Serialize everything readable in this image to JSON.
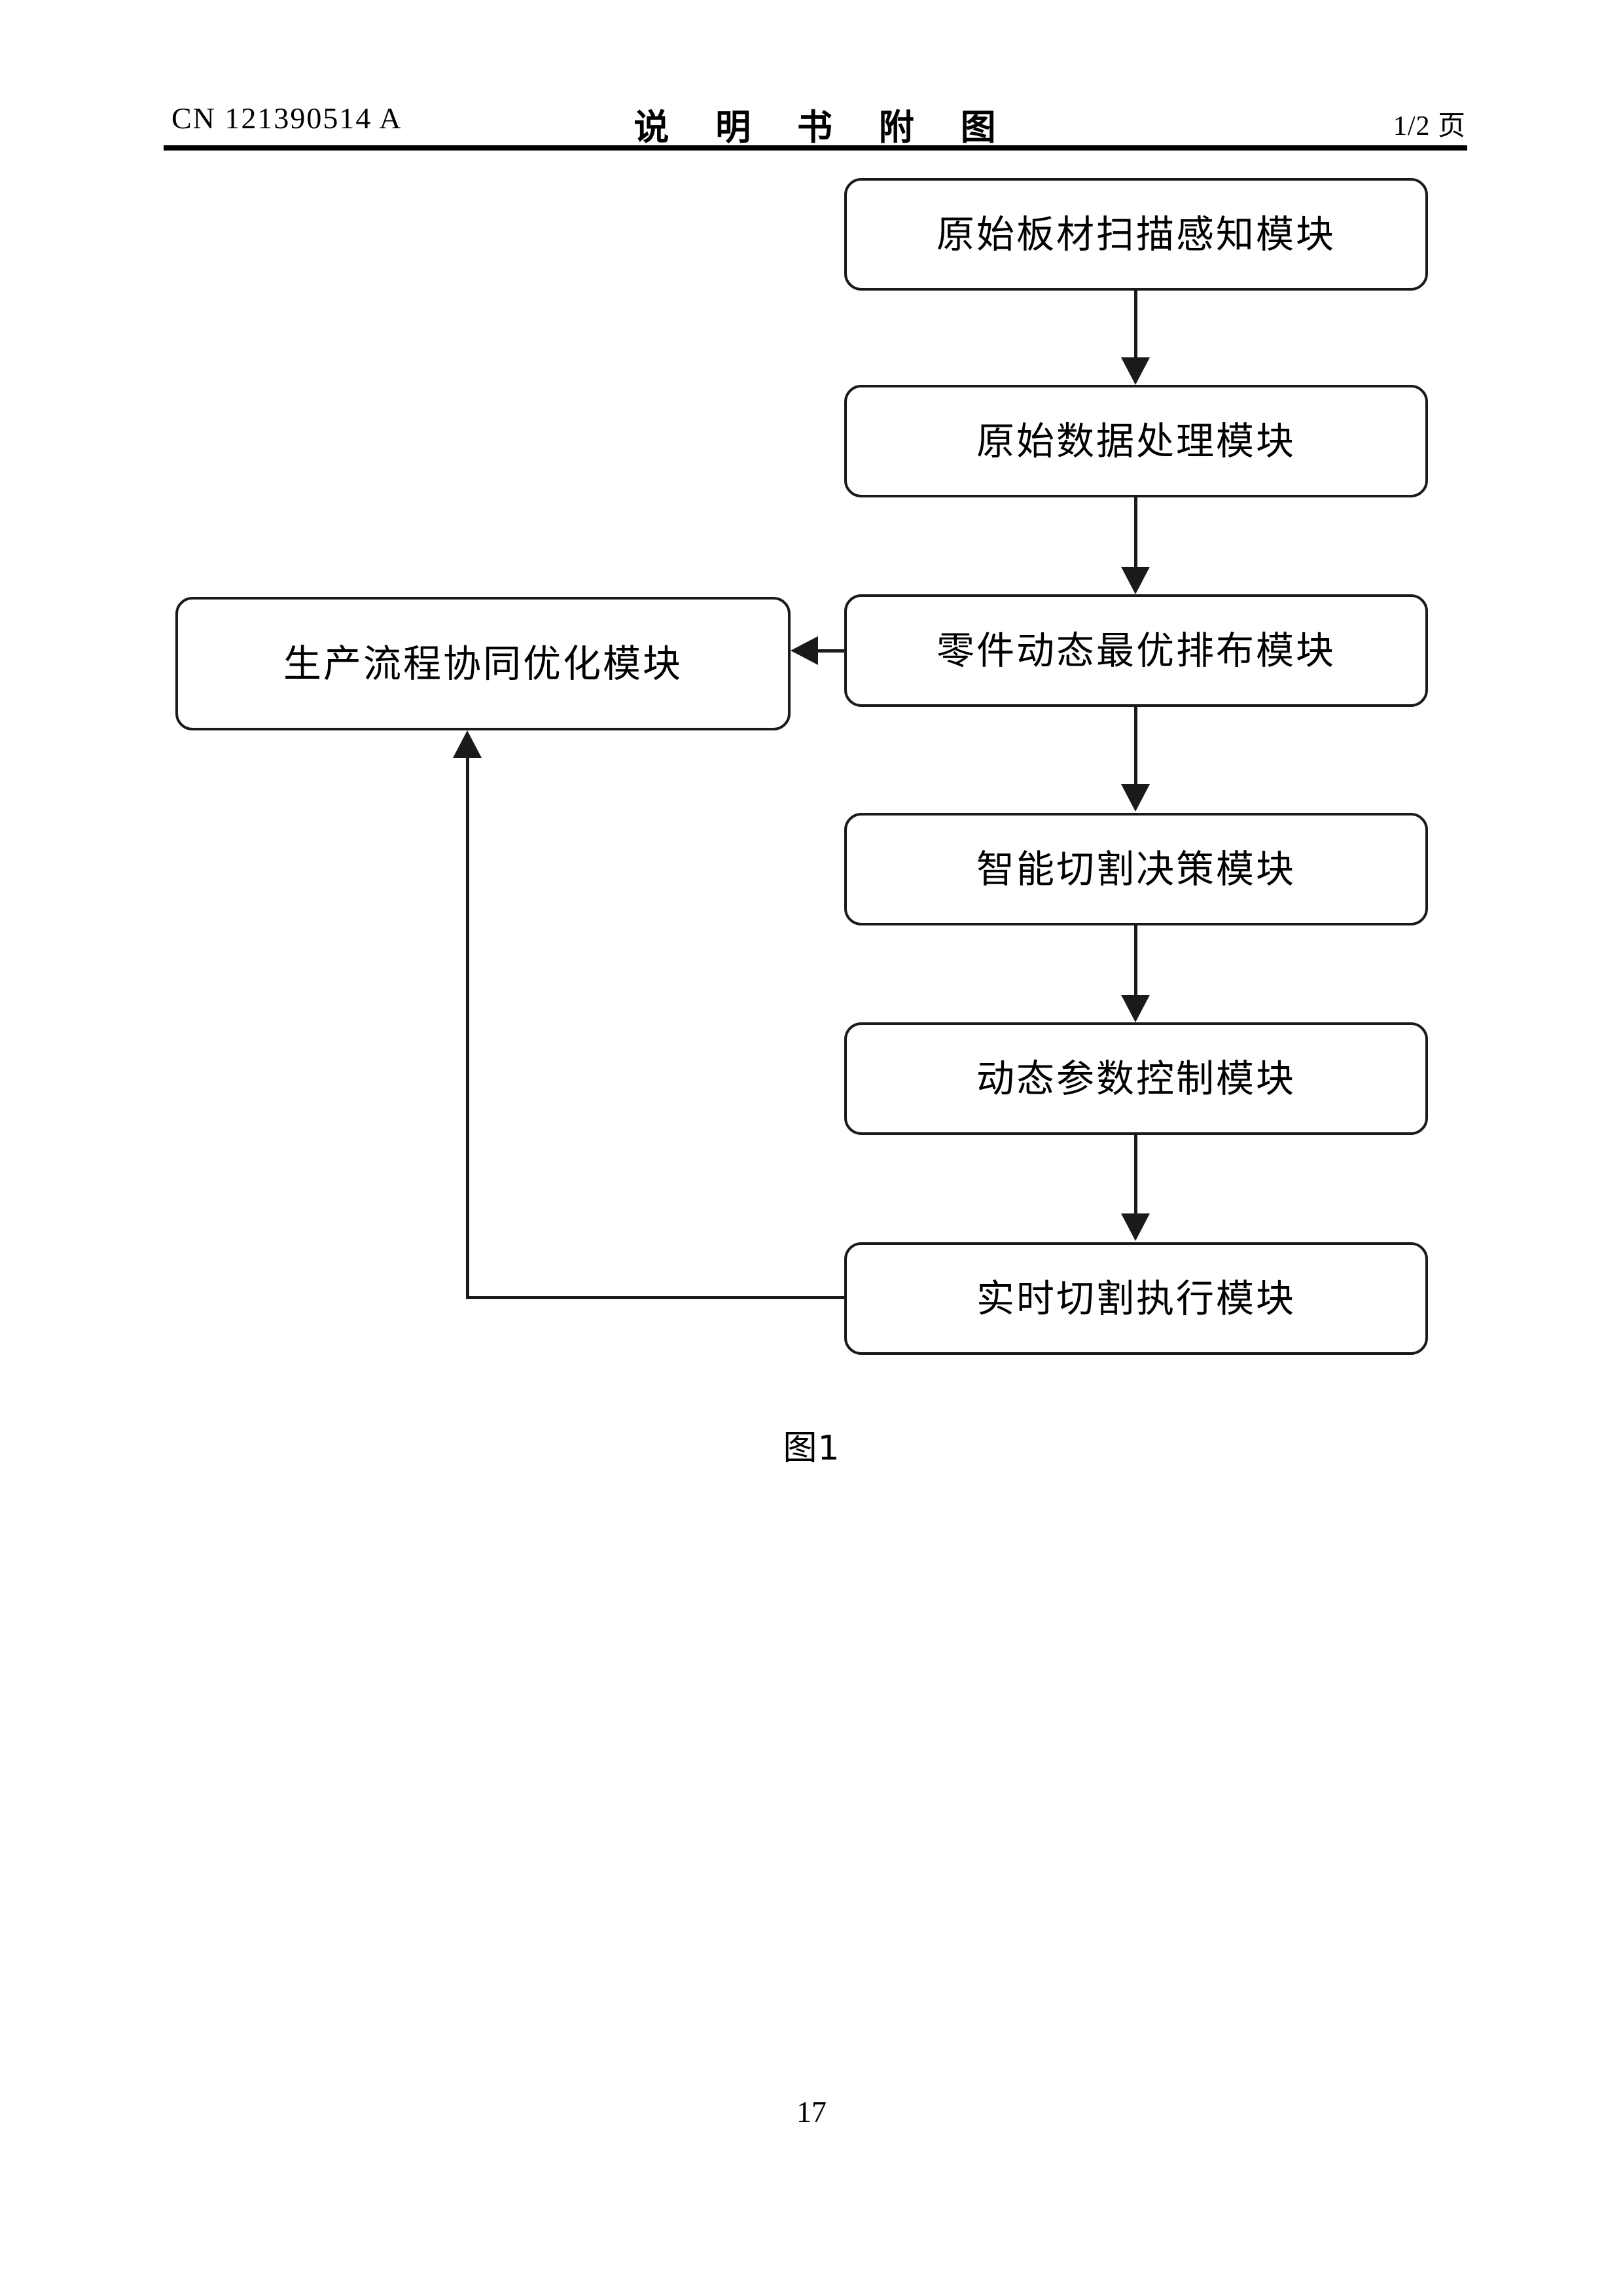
{
  "header": {
    "patent_number": "CN 121390514 A",
    "title": "说 明 书 附 图",
    "page_indicator": "1/2 页"
  },
  "figure": {
    "caption": "图1",
    "nodes": [
      {
        "id": "scan",
        "label": "原始板材扫描感知模块"
      },
      {
        "id": "process",
        "label": "原始数据处理模块"
      },
      {
        "id": "nesting",
        "label": "零件动态最优排布模块"
      },
      {
        "id": "decision",
        "label": "智能切割决策模块"
      },
      {
        "id": "param",
        "label": "动态参数控制模块"
      },
      {
        "id": "execute",
        "label": "实时切割执行模块"
      },
      {
        "id": "optimize",
        "label": "生产流程协同优化模块"
      }
    ],
    "edges": [
      {
        "from": "scan",
        "to": "process",
        "direction": "down"
      },
      {
        "from": "process",
        "to": "nesting",
        "direction": "down"
      },
      {
        "from": "nesting",
        "to": "optimize",
        "direction": "left"
      },
      {
        "from": "nesting",
        "to": "decision",
        "direction": "down"
      },
      {
        "from": "decision",
        "to": "param",
        "direction": "down"
      },
      {
        "from": "param",
        "to": "execute",
        "direction": "down"
      },
      {
        "from": "execute",
        "to": "optimize",
        "direction": "feedback-up"
      }
    ]
  },
  "footer": {
    "page_number": "17"
  },
  "colors": {
    "ink": "#1a1a1a",
    "paper": "#ffffff"
  }
}
